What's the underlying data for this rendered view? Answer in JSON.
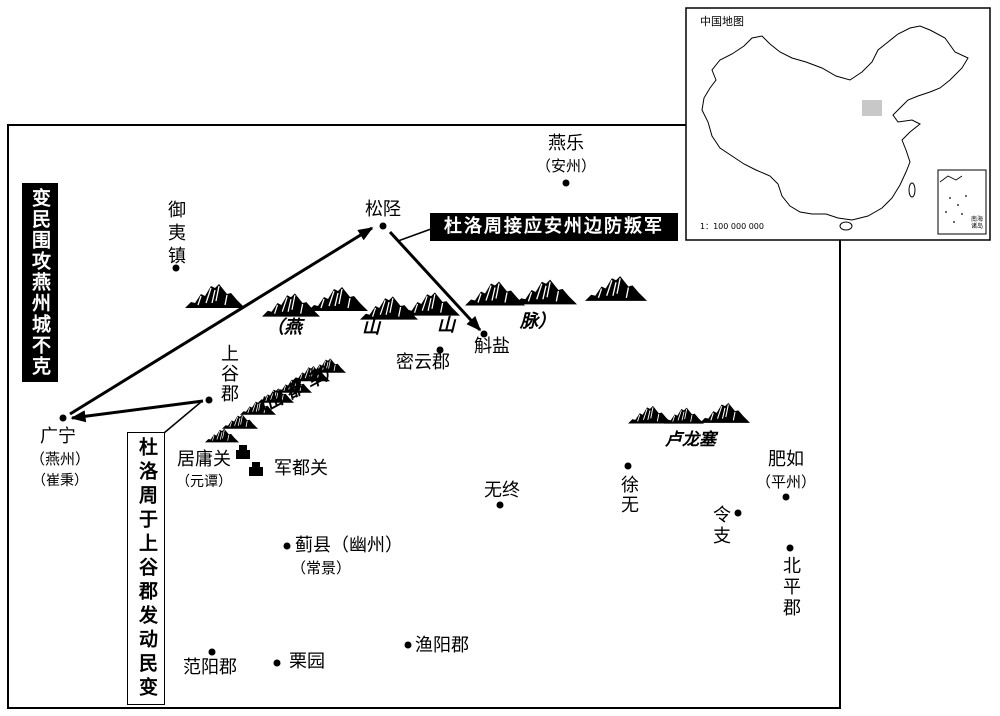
{
  "inset": {
    "title": "中国地图",
    "scale": "1：100 000 000",
    "south_sea_label": "南海诸岛"
  },
  "callouts": {
    "anzhou_support": "杜洛周接应安州边防叛军",
    "siege_failed": "变民围攻燕州城不克",
    "uprising": "杜洛周于上谷郡发动民变"
  },
  "ranges": {
    "yanshan": [
      "（燕",
      "山",
      "山",
      "脉）"
    ],
    "jundu": "（山 都 军）",
    "lulong": "卢龙塞"
  },
  "places": {
    "yanle": {
      "name": "燕乐",
      "note": "（安州）"
    },
    "songxing": {
      "name": "松陉"
    },
    "yuyi": {
      "name": "御夷镇"
    },
    "huyan": {
      "name": "斛盐"
    },
    "miyun": {
      "name": "密云郡"
    },
    "shanggu": {
      "name": "上谷郡"
    },
    "guangning": {
      "name": "广宁",
      "note": "（燕州）",
      "commander": "（崔秉）"
    },
    "juyong": {
      "name": "居庸关",
      "commander": "（元谭）"
    },
    "jundu_pass": {
      "name": "军都关"
    },
    "feiru": {
      "name": "肥如",
      "note": "（平州）"
    },
    "xuwu": {
      "name": "徐无"
    },
    "wuzhong": {
      "name": "无终"
    },
    "lingzhi": {
      "name": "令支"
    },
    "beiping": {
      "name": "北平郡"
    },
    "jixian": {
      "name": "蓟县（幽州）",
      "commander": "（常景）"
    },
    "yuyang": {
      "name": "渔阳郡"
    },
    "fanyang": {
      "name": "范阳郡"
    },
    "liyuan": {
      "name": "栗园"
    }
  }
}
